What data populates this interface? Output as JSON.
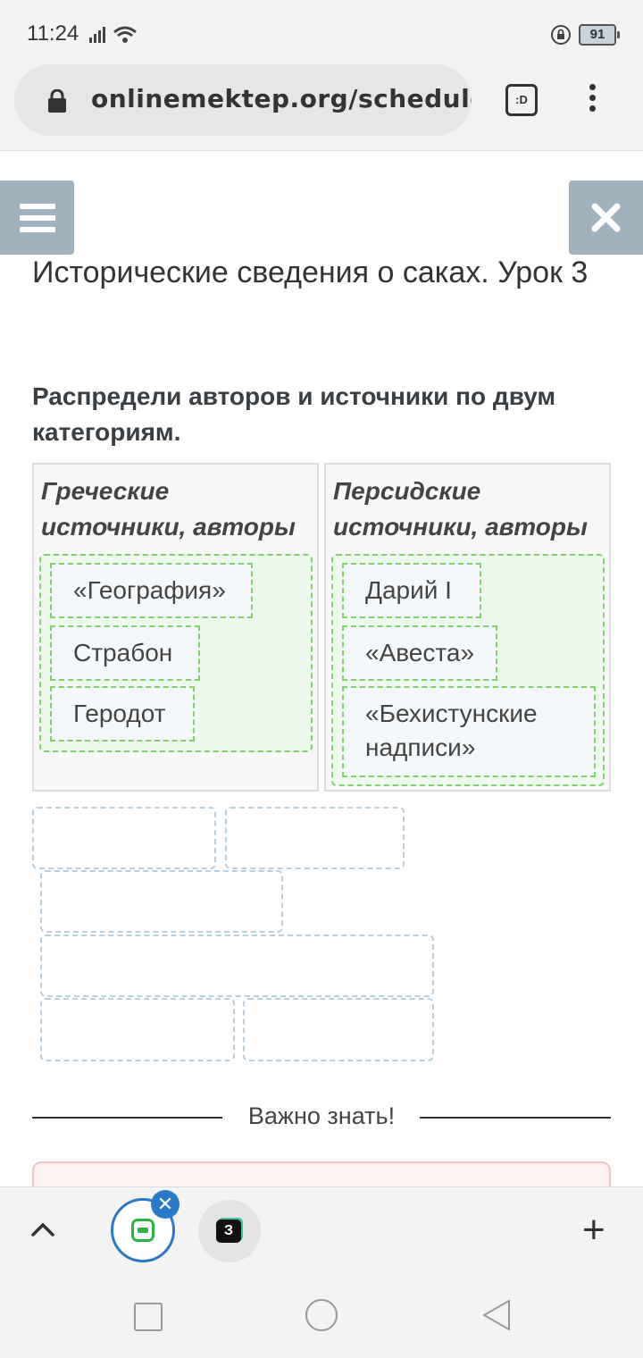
{
  "status": {
    "time": "11:24",
    "battery": "91"
  },
  "browser": {
    "url": "onlinemektep.org/schedule",
    "tab_icon_label": ":D"
  },
  "lesson": {
    "title": "Исторические сведения о саках. Урок 3",
    "instruction": "Распредели авторов и источники по двум категориям."
  },
  "categories": [
    {
      "title": "Греческие источники, авторы",
      "items": [
        "«География»",
        "Страбон",
        "Геродот"
      ]
    },
    {
      "title": "Персидские источники, авторы",
      "items": [
        "Дарий I",
        "«Авеста»",
        "«Бехистунские надписи»"
      ]
    }
  ],
  "important": {
    "label": "Важно знать!"
  },
  "tabs": {
    "close_symbol": "✕",
    "tab2_letter": "З",
    "add_symbol": "+"
  },
  "colors": {
    "accent_blue": "#2a79c9",
    "drop_green": "#7fd36b",
    "header_button": "#9fb2be"
  }
}
